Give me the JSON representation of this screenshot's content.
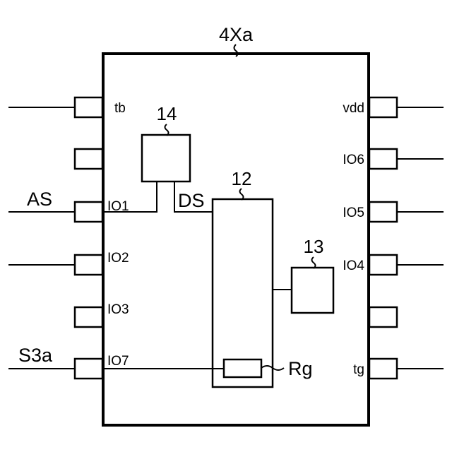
{
  "chip": {
    "label": "4Xa"
  },
  "pins": {
    "left": [
      "tb",
      "",
      "IO1",
      "IO2",
      "IO3",
      "IO7"
    ],
    "right": [
      "vdd",
      "IO6",
      "IO5",
      "IO4",
      "",
      "tg"
    ]
  },
  "signals": {
    "as": "AS",
    "ds": "DS",
    "s3a": "S3a"
  },
  "blocks": {
    "b14": "14",
    "b12": "12",
    "b13": "13",
    "rg": "Rg"
  }
}
